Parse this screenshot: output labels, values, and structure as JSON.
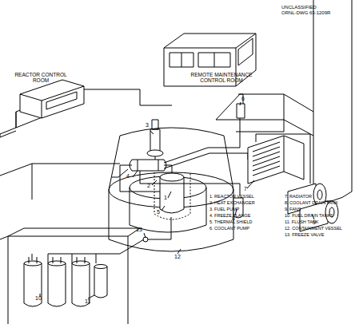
{
  "diagram": {
    "labels": [
      "UNCLASSIFIED",
      "ORNL-DWG 63-1209R",
      "REMOTE MAINTENANCE CONTROL ROOM",
      "REACTOR CONTROL ROOM",
      "3",
      "4",
      "2",
      "1",
      "5",
      "6",
      "7",
      "8",
      "9",
      "13",
      "12",
      "10",
      "11",
      "1. REACTOR VESSEL",
      "2. HEAT EXCHANGER",
      "3. FUEL PUMP",
      "4. FREEZE FLANGE",
      "5. THERMAL SHIELD",
      "6. COOLANT PUMP",
      "7. RADIATOR",
      "8. COOLANT DRAIN TANK",
      "9. FANS",
      "10. FUEL DRAIN TANKS",
      "11. FLUSH TANK",
      "12. CONTAINMENT VESSEL",
      "13. FREEZE VALVE"
    ]
  }
}
